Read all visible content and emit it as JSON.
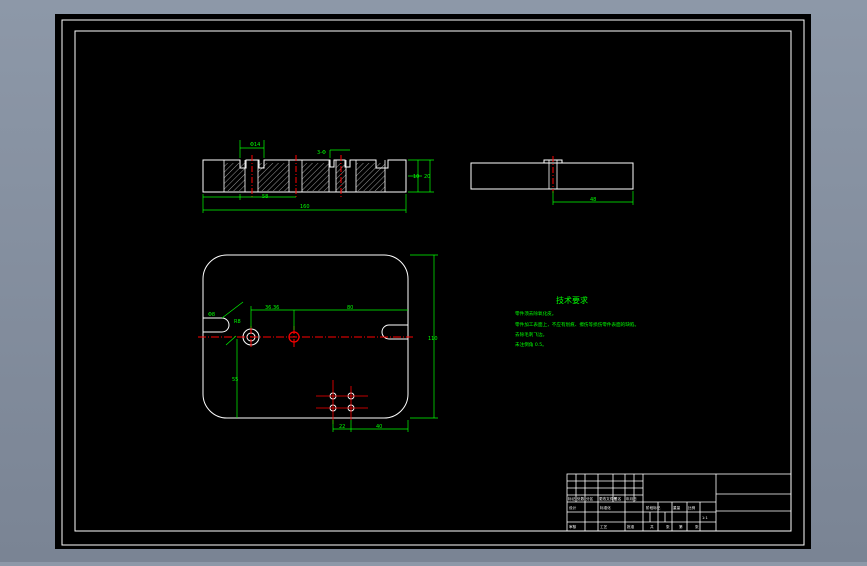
{
  "viewport": {
    "background": "#000000",
    "bezel": "#7f8896"
  },
  "colors": {
    "outline": "#ffffff",
    "dimension": "#00ff00",
    "hatch": "#ffffff",
    "centerline": "#ff0000",
    "frame": "#ffffff",
    "note_title": "#00ff00",
    "note_text": "#00ff00"
  },
  "front_view": {
    "dims": {
      "top_width": "Φ14",
      "slot_label": "3-Φ",
      "left_sub": "58",
      "total_length": "160",
      "right_h1": "10",
      "right_h2": "20"
    }
  },
  "side_view": {
    "dims": {
      "width": "48"
    }
  },
  "top_view": {
    "dims": {
      "x1": "36.36",
      "x2": "80",
      "height": "110",
      "left_h": "55",
      "radius": "R8",
      "slot": "Φ8",
      "bottom_1": "22",
      "bottom_2": "40"
    }
  },
  "technical_notes": {
    "title": "技术要求",
    "lines": [
      "零件须去除氧化皮。",
      "零件加工表面上，不应有划痕、擦伤等损伤零件表面的缺陷。",
      "去除毛刺飞边。",
      "未注倒角 0.5。"
    ]
  },
  "title_block": {
    "cells": [
      "标记",
      "处数",
      "分区",
      "更改文件号",
      "签名",
      "年月日",
      "设计",
      "标准化",
      "阶段标记",
      "重量",
      "比例",
      "审核",
      "工艺",
      "批准",
      "共",
      "张",
      "第",
      "张"
    ],
    "scale": "1:1"
  }
}
